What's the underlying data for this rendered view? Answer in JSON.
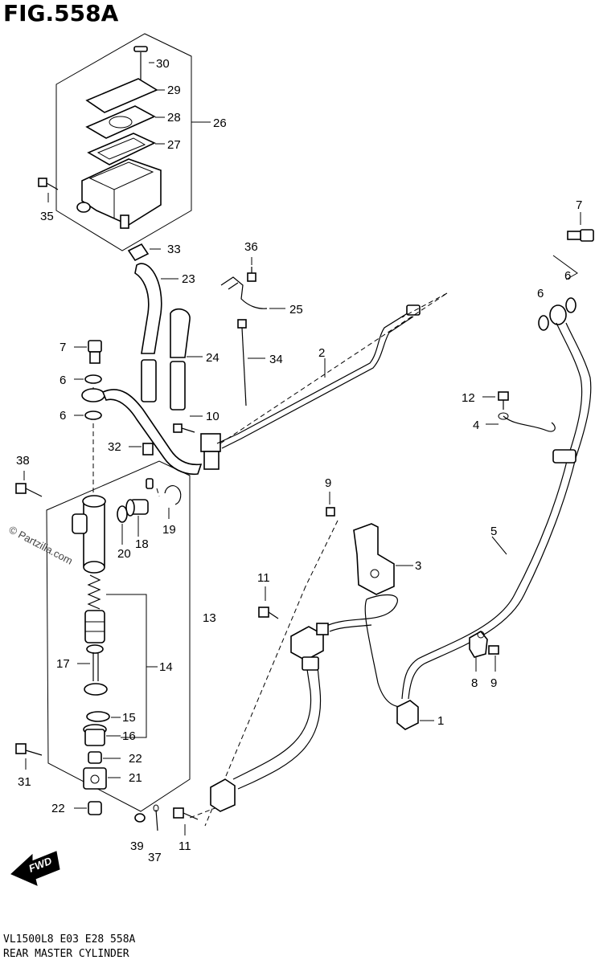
{
  "figure": {
    "title": "FIG.558A",
    "footer_code": "VL1500L8  E03  E28  558A",
    "footer_name": "REAR MASTER CYLINDER",
    "watermark": "© Partzilla.com",
    "fwd_label": "FWD"
  },
  "callouts": {
    "c30": "30",
    "c29": "29",
    "c28": "28",
    "c27": "27",
    "c26": "26",
    "c35": "35",
    "c33": "33",
    "c23": "23",
    "c36": "36",
    "c25": "25",
    "c7a": "7",
    "c6a": "6",
    "c6b": "6",
    "c6c": "6",
    "c6d": "6",
    "c7b": "7",
    "c24": "24",
    "c34": "34",
    "c2": "2",
    "c10": "10",
    "c12": "12",
    "c4": "4",
    "c32": "32",
    "c38": "38",
    "c9a": "9",
    "c19": "19",
    "c20": "20",
    "c18": "18",
    "c3": "3",
    "c5": "5",
    "c11a": "11",
    "c13": "13",
    "c17": "17",
    "c14": "14",
    "c15": "15",
    "c16": "16",
    "c8": "8",
    "c9b": "9",
    "c1": "1",
    "c22a": "22",
    "c31": "31",
    "c21": "21",
    "c22b": "22",
    "c39": "39",
    "c37": "37",
    "c11b": "11"
  }
}
